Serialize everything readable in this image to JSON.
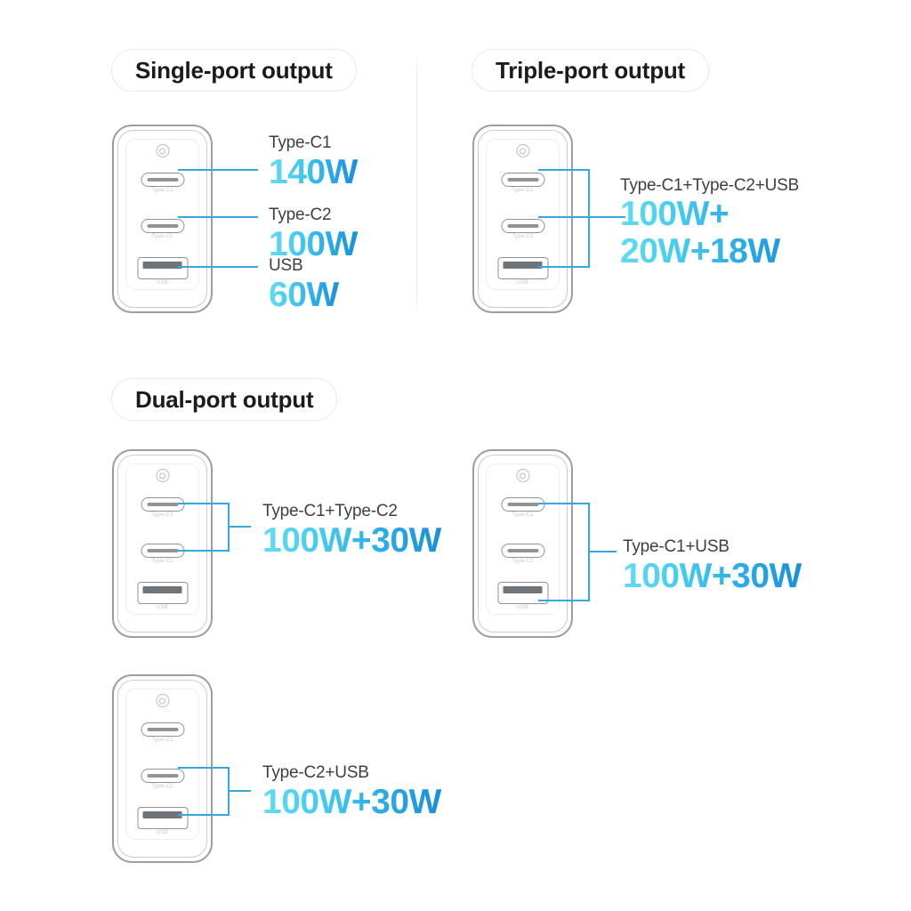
{
  "page": {
    "title": "Charger output power distribution chart",
    "accent_color": "#35a8dd",
    "gradient_from": "#62dcf2",
    "gradient_to": "#1a8fdc",
    "background": "#ffffff"
  },
  "device": {
    "port_labels": {
      "c1": "Type-C1",
      "c2": "Type-C2",
      "usb": "USB"
    }
  },
  "sections": [
    {
      "id": "single-port",
      "badge": "Single-port output",
      "specs": [
        {
          "name": "Type-C1",
          "watt": "140W"
        },
        {
          "name": "Type-C2",
          "watt": "100W"
        },
        {
          "name": "USB",
          "watt": "60W"
        }
      ]
    },
    {
      "id": "triple-port",
      "badge": "Triple-port output",
      "specs": [
        {
          "name": "Type-C1+Type-C2+USB",
          "watt_line1": "100W+",
          "watt_line2": "20W+18W"
        }
      ]
    },
    {
      "id": "dual-port",
      "badge": "Dual-port output",
      "specs": [
        {
          "name": "Type-C1+Type-C2",
          "watt": "100W+30W"
        },
        {
          "name": "Type-C1+USB",
          "watt": "100W+30W"
        },
        {
          "name": "Type-C2+USB",
          "watt": "100W+30W"
        }
      ]
    }
  ]
}
